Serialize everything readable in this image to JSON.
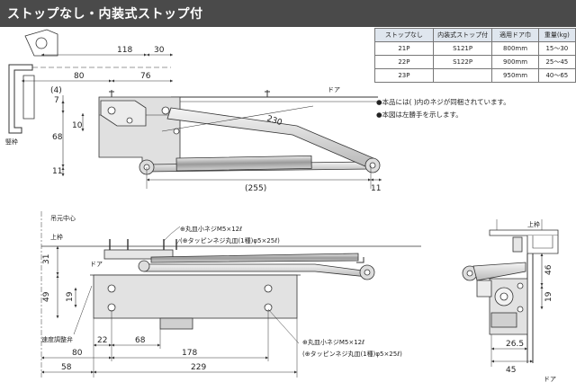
{
  "header": {
    "title": "ストップなし・内装式ストップ付"
  },
  "spec_table": {
    "headers": [
      "ストップなし",
      "内装式ストップ付",
      "適用ドア巾",
      "重量(kg)"
    ],
    "rows": [
      [
        "21P",
        "S121P",
        "800mm",
        "15〜30"
      ],
      [
        "22P",
        "S122P",
        "900mm",
        "25〜45"
      ],
      [
        "23P",
        "",
        "950mm",
        "40〜65"
      ]
    ]
  },
  "notes": [
    "●本品には( )内のネジが同梱されています。",
    "●本図は左勝手を示します。"
  ],
  "top_view": {
    "dims": {
      "d118": "118",
      "d30": "30",
      "d80": "80",
      "d76": "76",
      "d4": "(4)",
      "d7": "7",
      "d10": "10",
      "d68": "68",
      "d11": "11",
      "d230": "230",
      "d255": "(255)",
      "d11r": "11"
    },
    "labels": {
      "door": "ドア",
      "frame": "竪枠"
    }
  },
  "front_view": {
    "dims": {
      "d31": "31",
      "d49": "49",
      "d19": "19",
      "d22": "22",
      "d68": "68",
      "d178": "178",
      "d80": "80",
      "d58": "58",
      "d229": "229"
    },
    "labels": {
      "center": "吊元中心",
      "upper_frame": "上枠",
      "door": "ドア",
      "speed_valve": "速度調整弁"
    },
    "screw_top_1": "⊕丸皿小ネジM5×12ℓ",
    "screw_top_2": "(⊕タッピンネジ丸皿(1種)φ5×25ℓ)",
    "screw_bot_1": "⊕丸皿小ネジM5×12ℓ",
    "screw_bot_2": "(⊕タッピンネジ丸皿(1種)φ5×25ℓ)"
  },
  "side_view": {
    "dims": {
      "d46": "46",
      "d19": "19",
      "d26_5": "26.5",
      "d45": "45"
    },
    "labels": {
      "upper_frame": "上枠",
      "door": "ドア"
    }
  }
}
